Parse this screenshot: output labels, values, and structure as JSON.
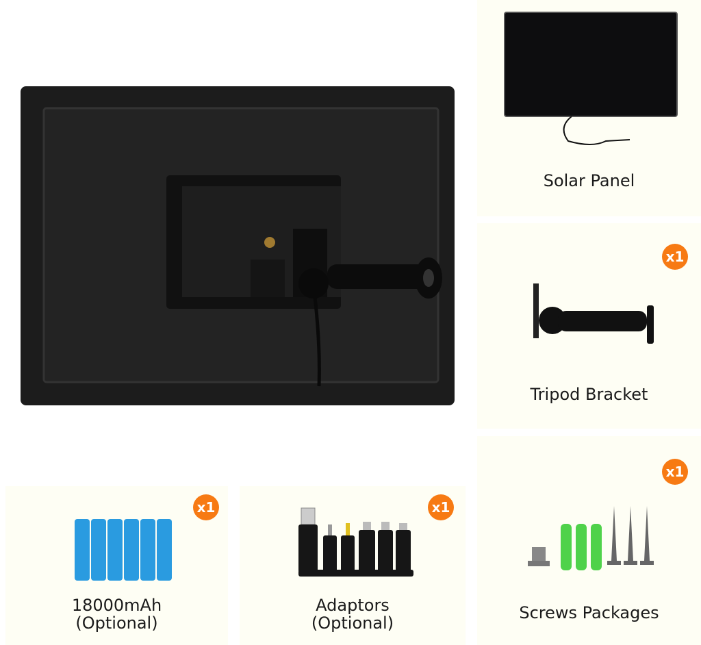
{
  "items": [
    {
      "name": "Solar Panel"
    },
    {
      "name": "Tripod Bracket",
      "qty": "x1"
    },
    {
      "name": "Screws Packages",
      "qty": "x1"
    },
    {
      "name": "18000mAh",
      "note": "(Optional)",
      "qty": "x1"
    },
    {
      "name": "Adaptors",
      "note": "(Optional)",
      "qty": "x1"
    }
  ],
  "colors": {
    "badge": "#f77a13",
    "card": "#fefef4",
    "battery": "#2a9be0"
  }
}
